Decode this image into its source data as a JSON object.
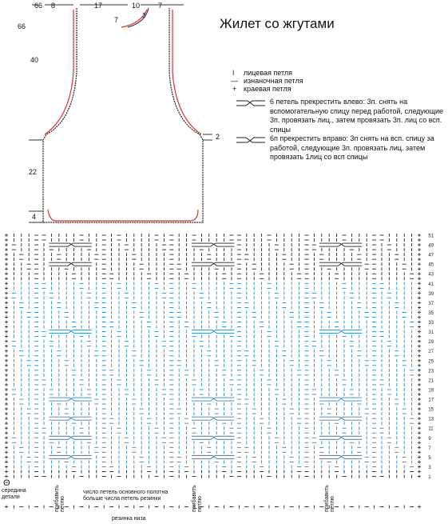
{
  "title": "Жилет со жгутами",
  "measurements": {
    "top_left_tick": "66",
    "shoulder_left": "8",
    "neck_width": "17",
    "neck_depth": "7",
    "shoulder_right_a": "10",
    "shoulder_right_b": "7",
    "neck_inner": "3",
    "armhole_height": "40",
    "armhole_step": "2",
    "body_height": "22",
    "rib_height": "4"
  },
  "legend": {
    "knit": "лицевая петля",
    "purl": "изнаночная петля",
    "edge": "краевая петля",
    "cable_left": "6 петель прекрестить влево: 3п. снять на вспомогательную спицу перед работой, следующие 3п. провязать лиц., затем провязать 3п. лиц со всп. спицы",
    "cable_right": "6п прекрестить вправо: 3п снять на всп. спицу за работой, следующие 3п. провязать лиц. затем провязать 1лиц со всп спицы"
  },
  "colors": {
    "ink": "#222222",
    "blue": "#2a86c8",
    "red": "#e0302a"
  },
  "icons": {
    "knit": "vertical-bar",
    "purl": "dash",
    "edge": "plus",
    "cable": "cable-crossing"
  },
  "chart": {
    "rows": 51,
    "columns": 56,
    "blue_rows_from": 3,
    "blue_rows_to": 41,
    "row_numbers": [
      "1",
      "3",
      "5",
      "7",
      "9",
      "11",
      "13",
      "15",
      "17",
      "19",
      "21",
      "23",
      "25",
      "27",
      "29",
      "31",
      "33",
      "35",
      "37",
      "39",
      "41",
      "43",
      "45",
      "47",
      "49",
      "51"
    ],
    "cable_rows": [
      5,
      9,
      13,
      17,
      31,
      45,
      49
    ]
  },
  "labels": {
    "center": "середина детали",
    "center_symbol": "Θ",
    "add_loop": "прибавить петлю",
    "note_between": "число петель основного полотна больше числа петель резинки",
    "rib_bottom": "резинка низа"
  }
}
